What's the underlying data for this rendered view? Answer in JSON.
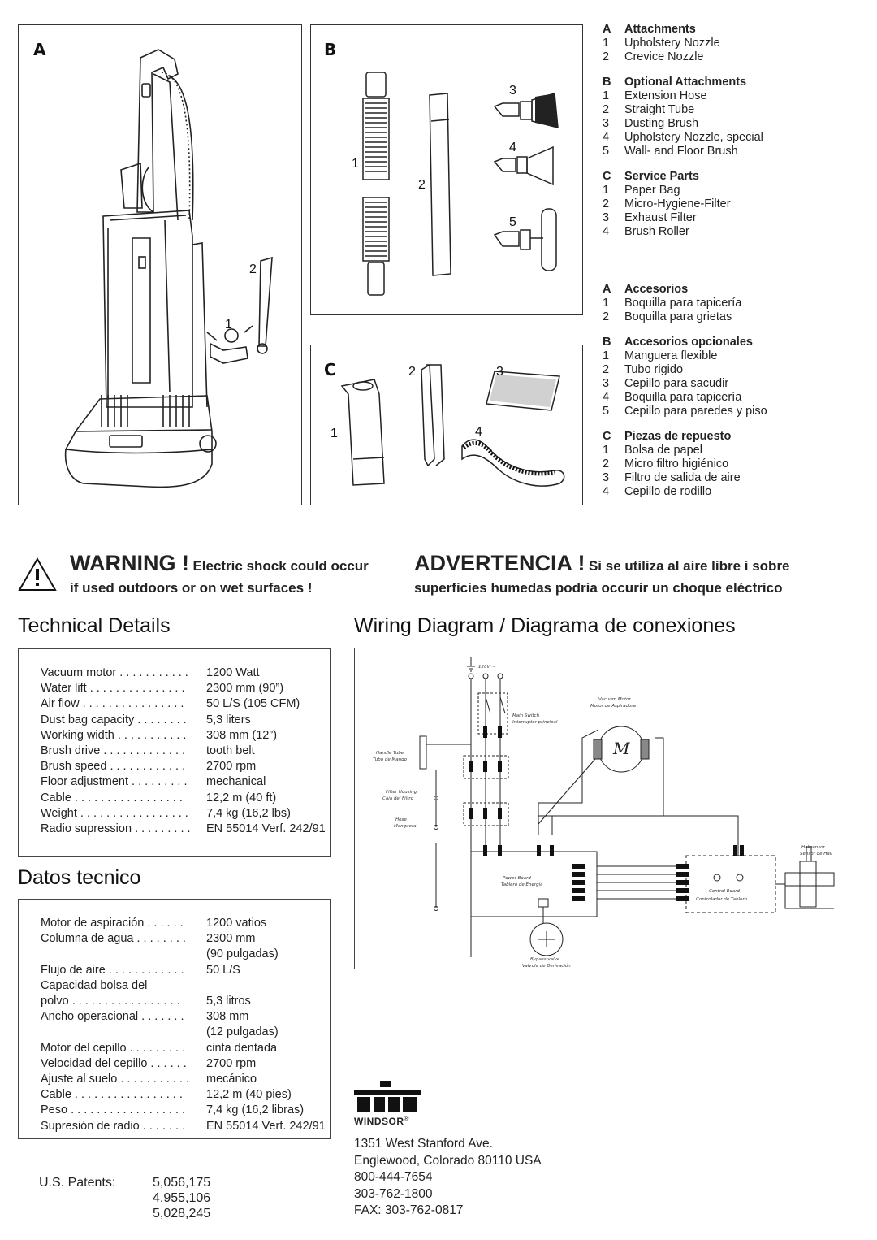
{
  "panels": {
    "a": {
      "letter": "A",
      "crevice_num": "2",
      "upholstery_num": "1"
    },
    "b": {
      "letter": "B",
      "nums": [
        "1",
        "2",
        "3",
        "4",
        "5"
      ]
    },
    "c": {
      "letter": "C",
      "nums": [
        "1",
        "2",
        "3",
        "4"
      ]
    }
  },
  "parts_list": {
    "en": [
      {
        "key": "A",
        "title": "Attachments",
        "items": [
          {
            "n": "1",
            "t": "Upholstery Nozzle"
          },
          {
            "n": "2",
            "t": "Crevice Nozzle"
          }
        ]
      },
      {
        "key": "B",
        "title": "Optional Attachments",
        "items": [
          {
            "n": "1",
            "t": "Extension Hose"
          },
          {
            "n": "2",
            "t": "Straight Tube"
          },
          {
            "n": "3",
            "t": "Dusting Brush"
          },
          {
            "n": "4",
            "t": "Upholstery Nozzle, special"
          },
          {
            "n": "5",
            "t": "Wall- and Floor Brush"
          }
        ]
      },
      {
        "key": "C",
        "title": "Service Parts",
        "items": [
          {
            "n": "1",
            "t": "Paper Bag"
          },
          {
            "n": "2",
            "t": "Micro-Hygiene-Filter"
          },
          {
            "n": "3",
            "t": "Exhaust Filter"
          },
          {
            "n": "4",
            "t": "Brush Roller"
          }
        ]
      }
    ],
    "es": [
      {
        "key": "A",
        "title": "Accesorios",
        "items": [
          {
            "n": "1",
            "t": "Boquilla para tapicería"
          },
          {
            "n": "2",
            "t": "Boquilla para grietas"
          }
        ]
      },
      {
        "key": "B",
        "title": "Accesorios opcionales",
        "items": [
          {
            "n": "1",
            "t": "Manguera flexible"
          },
          {
            "n": "2",
            "t": "Tubo rigido"
          },
          {
            "n": "3",
            "t": "Cepillo para sacudir"
          },
          {
            "n": "4",
            "t": "Boquilla para tapicería"
          },
          {
            "n": "5",
            "t": "Cepillo para paredes y piso"
          }
        ]
      },
      {
        "key": "C",
        "title": "Piezas de repuesto",
        "items": [
          {
            "n": "1",
            "t": "Bolsa de papel"
          },
          {
            "n": "2",
            "t": "Micro filtro higiénico"
          },
          {
            "n": "3",
            "t": "Filtro de salida de aire"
          },
          {
            "n": "4",
            "t": "Cepillo de rodillo"
          }
        ]
      }
    ]
  },
  "warning": {
    "en_big": "WARNING !",
    "en_line1": "Electric shock could occur",
    "en_line2": "if used outdoors or on wet surfaces !",
    "es_big": "ADVERTENCIA !",
    "es_line1": "Si se utiliza al aire libre i sobre",
    "es_line2": "superficies humedas podria occurir un choque eléctrico"
  },
  "technical_details": {
    "title": "Technical Details",
    "rows": [
      {
        "label": "Vacuum motor . . . . . . . . . . .",
        "value": "1200 Watt"
      },
      {
        "label": "Water lift . . . . . . . . . . . . . . .",
        "value": "2300 mm (90”)"
      },
      {
        "label": "Air flow . . . . . . . . . . . . . . . .",
        "value": "50 L/S (105 CFM)"
      },
      {
        "label": "Dust bag capacity . . . . . . . .",
        "value": "5,3 liters"
      },
      {
        "label": "Working width . . . . . . . . . . .",
        "value": "308 mm (12”)"
      },
      {
        "label": "Brush drive . . . . . . . . . . . . .",
        "value": "tooth belt"
      },
      {
        "label": "Brush speed . . . . . . . . . . . .",
        "value": "2700 rpm"
      },
      {
        "label": "Floor adjustment . . . . . . . . .",
        "value": "mechanical"
      },
      {
        "label": "Cable . . . . . . . . . . . . . . . . .",
        "value": "12,2 m (40 ft)"
      },
      {
        "label": "Weight . . . . . . . . . . . . . . . . .",
        "value": "7,4 kg (16,2 lbs)"
      },
      {
        "label": "Radio supression . . . . . . . . .",
        "value": "EN 55014 Verf. 242/91"
      }
    ]
  },
  "datos_tecnico": {
    "title": "Datos tecnico",
    "rows": [
      {
        "label": "Motor de aspiración . . . . . .",
        "value": "1200 vatios"
      },
      {
        "label": "Columna de agua . . . . . . . .",
        "value": "2300 mm"
      },
      {
        "label": "",
        "value": "(90 pulgadas)"
      },
      {
        "label": "Flujo de aire . . . . . . . . . . . .",
        "value": "50 L/S"
      },
      {
        "label": "Capacidad bolsa del",
        "value": ""
      },
      {
        "label": "polvo . . . . . . . . . . . . . . . . .",
        "value": "5,3 litros"
      },
      {
        "label": "Ancho operacional . . . . . . .",
        "value": "308 mm"
      },
      {
        "label": "",
        "value": "(12 pulgadas)"
      },
      {
        "label": "Motor del cepillo . . . . . . . . .",
        "value": "cinta dentada"
      },
      {
        "label": "Velocidad del cepillo . . . . . .",
        "value": "2700 rpm"
      },
      {
        "label": "Ajuste al suelo . . . . . . . . . . .",
        "value": "mecánico"
      },
      {
        "label": "Cable . . . . . . . . . . . . . . . . .",
        "value": "12,2 m (40 pies)"
      },
      {
        "label": "Peso . . . . . . . . . . . . . . . . . .",
        "value": "7,4 kg (16,2 libras)"
      },
      {
        "label": "Supresión de radio . . . . . . .",
        "value": "EN 55014 Verf. 242/91"
      }
    ]
  },
  "wiring": {
    "title": "Wiring Diagram / Diagrama de conexiones",
    "labels": {
      "voltage": "120V ~",
      "main_switch": "Main Switch",
      "main_switch_es": "Interruptor principal",
      "vacuum_motor": "Vacuum Motor",
      "vacuum_motor_es": "Motor de Aspiradora",
      "motor_symbol": "M",
      "handle_tube": "Handle Tube",
      "handle_tube_es": "Tubo de Mango",
      "filter_housing": "Filter Housing",
      "filter_housing_es": "Caja del Filtro",
      "hose": "Hose",
      "hose_es": "Manguera",
      "power_board": "Power Board",
      "power_board_es": "Tablero de Energía",
      "control_board": "Control Board",
      "control_board_es": "Controlador de Tablero",
      "hallsensor": "Hallsensor",
      "hallsensor_es": "Sensor de Hall",
      "bypass_valve": "Bypass valve",
      "bypass_valve_es": "Valvula de Derivación"
    }
  },
  "patents": {
    "label": "U.S. Patents:",
    "numbers": [
      "5,056,175",
      "4,955,106",
      "5,028,245"
    ]
  },
  "company": {
    "brand": "WINDSOR",
    "registered": "®",
    "address_lines": [
      "1351 West Stanford Ave.",
      "Englewood, Colorado 80110 USA",
      "800-444-7654",
      "303-762-1800",
      "FAX:  303-762-0817"
    ]
  }
}
